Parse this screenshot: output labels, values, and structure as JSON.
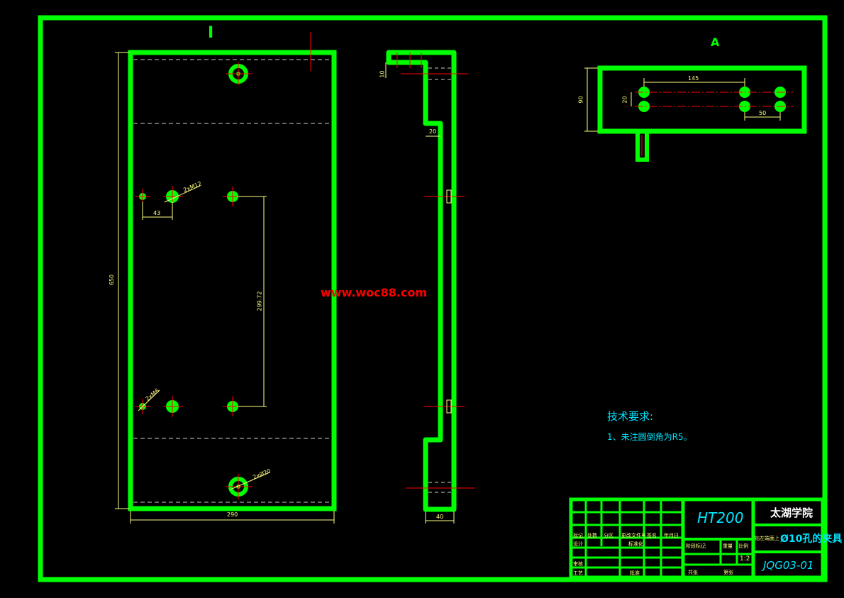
{
  "view_labels": {
    "front_view": "I",
    "top_view": "A"
  },
  "dimensions": {
    "overall_height": "650",
    "plate_width": "290",
    "hole_spacing": "299.72",
    "hole_offset": "43",
    "tapped_holes": "2xM12",
    "small_holes": "2xM6",
    "large_holes": "2xØ20",
    "side_top": "10",
    "side_step": "20",
    "side_thickness": "40",
    "top_depth": "90",
    "top_spacing": "145",
    "top_pair_gap": "20",
    "top_pitch": "50"
  },
  "watermark": "www.woc88.com",
  "tech_requirements": {
    "heading": "技术要求:",
    "item1": "1、未注圆倒角为R5。"
  },
  "title_block": {
    "material": "HT200",
    "school": "太湖学院",
    "part_name": "Ø10孔的夹具",
    "part_prefix": "钻左端面上",
    "drawing_number": "JQG03-01",
    "scale": "1:2",
    "hdr_marks": "标记",
    "hdr_count": "处数",
    "hdr_zone": "分区",
    "hdr_change": "更改文件号",
    "hdr_sign": "签名",
    "hdr_date": "年月日",
    "designer": "设计",
    "standardize": "标准化",
    "review": "审核",
    "process": "工艺",
    "approve": "批准",
    "stage_mark": "阶段标记",
    "weight": "重量",
    "ratio": "比例",
    "sheets_total": "共张",
    "sheet_no": "第张"
  },
  "colors": {
    "outline": "#00ff00",
    "dimension": "#ffff80",
    "centerline": "#ff0000",
    "watermark": "#ff0000",
    "annotation": "#00e5ff",
    "background": "#000000"
  }
}
